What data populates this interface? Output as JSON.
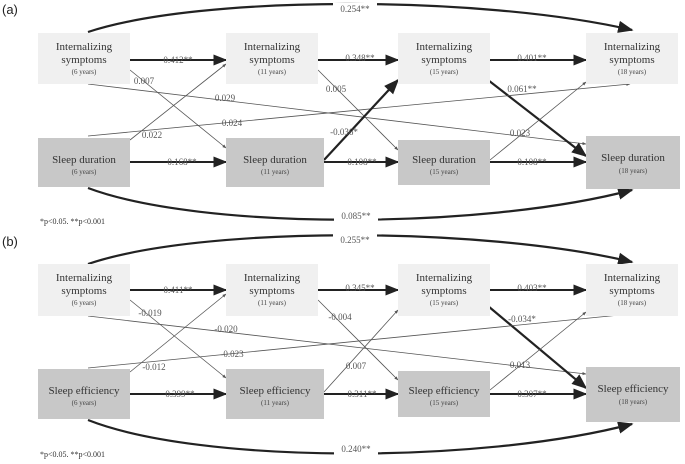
{
  "panels": [
    {
      "label": "(a)",
      "boxes": {
        "int6": {
          "label1": "Internalizing",
          "label2": "symptoms",
          "sub": "(6 years)"
        },
        "int11": {
          "label1": "Internalizing",
          "label2": "symptoms",
          "sub": "(11 years)"
        },
        "int15": {
          "label1": "Internalizing",
          "label2": "symptoms",
          "sub": "(15 years)"
        },
        "int18": {
          "label1": "Internalizing",
          "label2": "symptoms",
          "sub": "(18 years)"
        },
        "sl6": {
          "label1": "Sleep duration",
          "sub": "(6 years)"
        },
        "sl11": {
          "label1": "Sleep duration",
          "sub": "(11 years)"
        },
        "sl15": {
          "label1": "Sleep duration",
          "sub": "(15 years)"
        },
        "sl18": {
          "label1": "Sleep duration",
          "sub": "(18 years)"
        }
      },
      "coefficients": {
        "int_6_18": "0.254**",
        "int_6_11": "0.412**",
        "int_11_15": "0.348**",
        "int_15_18": "0.401**",
        "int6_sl11": "0.007",
        "int11_sl15": "0.005",
        "int6_sl18": "0.029",
        "int15_sl18": "0.061**",
        "sl6_int11": "0.022",
        "sl6_int18": "0.024",
        "sl11_int15": "-0.036*",
        "sl15_int18": "0.023",
        "sl_6_11": "0.168**",
        "sl_11_15": "0.108**",
        "sl_15_18": "0.108**",
        "sl_6_18": "0.085**"
      },
      "note": "*p<0.05. **p<0.001"
    },
    {
      "label": "(b)",
      "boxes": {
        "int6": {
          "label1": "Internalizing",
          "label2": "symptoms",
          "sub": "(6 years)"
        },
        "int11": {
          "label1": "Internalizing",
          "label2": "symptoms",
          "sub": "(11 years)"
        },
        "int15": {
          "label1": "Internalizing",
          "label2": "symptoms",
          "sub": "(15 years)"
        },
        "int18": {
          "label1": "Internalizing",
          "label2": "symptoms",
          "sub": "(18 years)"
        },
        "sl6": {
          "label1": "Sleep efficiency",
          "sub": "(6 years)"
        },
        "sl11": {
          "label1": "Sleep efficiency",
          "sub": "(11 years)"
        },
        "sl15": {
          "label1": "Sleep efficiency",
          "sub": "(15 years)"
        },
        "sl18": {
          "label1": "Sleep efficiency",
          "sub": "(18 years)"
        }
      },
      "coefficients": {
        "int_6_18": "0.255**",
        "int_6_11": "0.411**",
        "int_11_15": "0.345**",
        "int_15_18": "0.403**",
        "int6_sl11": "-0.019",
        "int11_sl15": "-0.004",
        "int6_sl18": "-0.020",
        "int15_sl18": "-0.034*",
        "sl6_int11": "-0.012",
        "sl6_int18": "-0.023",
        "sl11_int15": "0.007",
        "sl15_int18": "0.013",
        "sl_6_11": "0.399**",
        "sl_11_15": "0.311**",
        "sl_15_18": "0.307**",
        "sl_6_18": "0.240**"
      },
      "note": "*p<0.05. **p<0.001"
    }
  ],
  "colors": {
    "internalizing_box": "#f0f0f0",
    "sleep_box": "#c8c8c8",
    "arrow": "#222222",
    "thin_arrow": "#555555"
  }
}
